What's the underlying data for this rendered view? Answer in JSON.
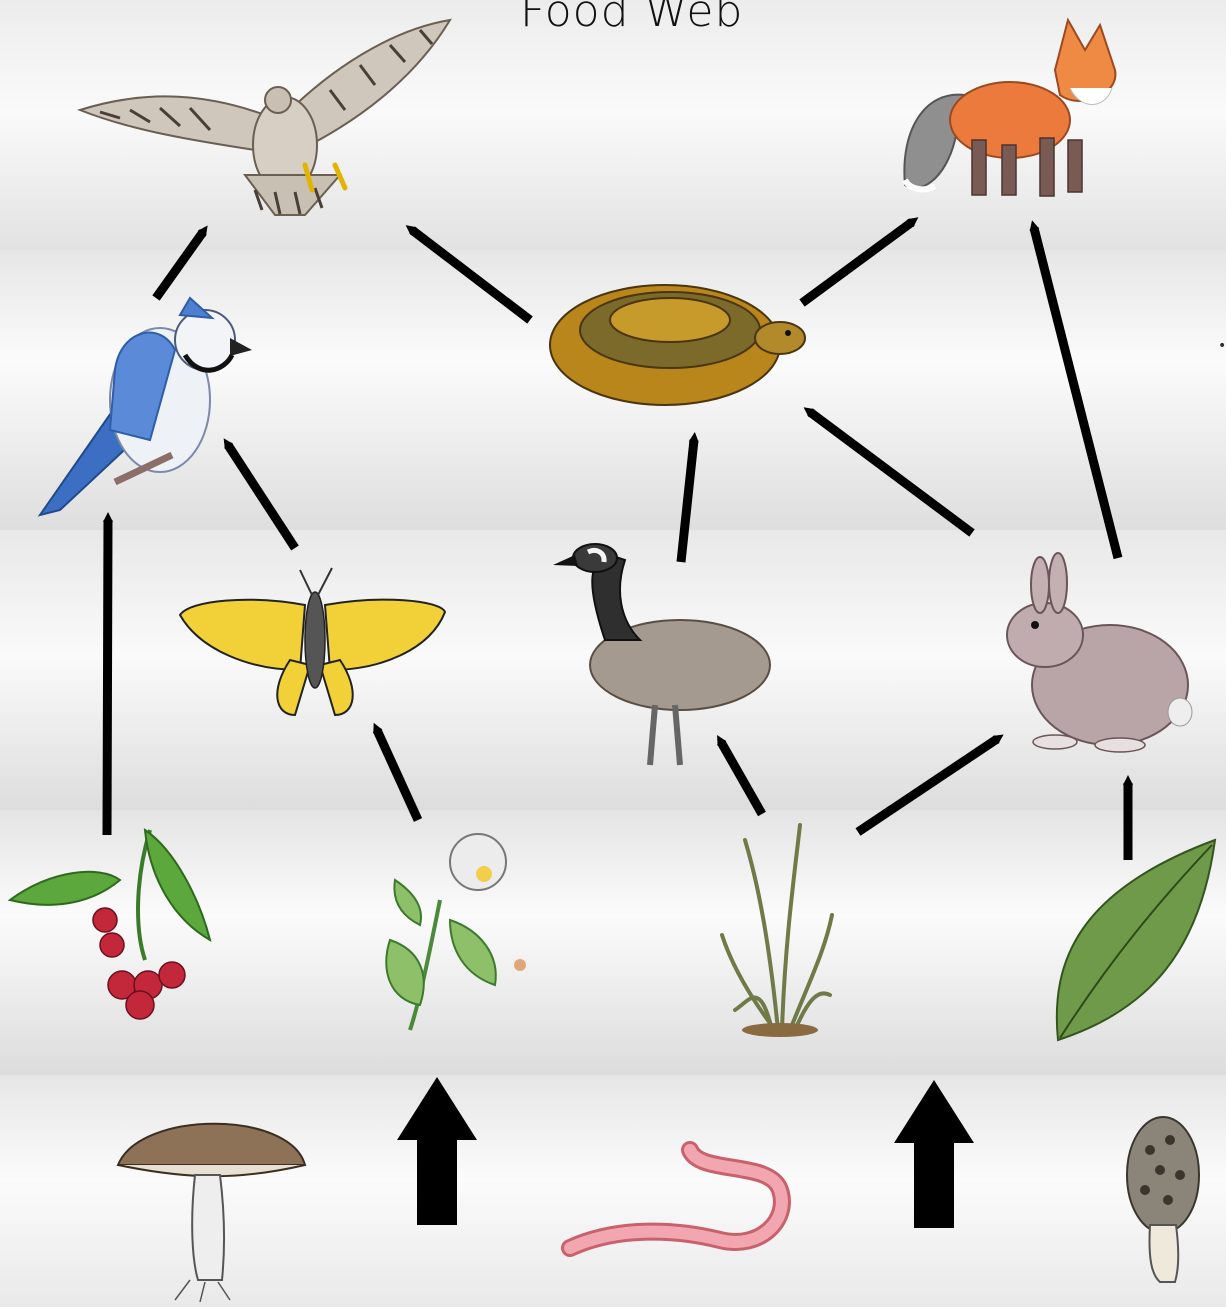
{
  "title": "Food Web",
  "edge_fragment": "•",
  "organisms": [
    {
      "id": "hawk",
      "role": "tertiary consumer"
    },
    {
      "id": "fox",
      "role": "tertiary consumer"
    },
    {
      "id": "blue-jay",
      "role": "secondary consumer"
    },
    {
      "id": "snake",
      "role": "secondary consumer"
    },
    {
      "id": "butterfly",
      "role": "primary consumer"
    },
    {
      "id": "goose",
      "role": "primary consumer"
    },
    {
      "id": "rabbit",
      "role": "primary consumer"
    },
    {
      "id": "raspberry",
      "role": "producer"
    },
    {
      "id": "flower",
      "role": "producer"
    },
    {
      "id": "grass",
      "role": "producer"
    },
    {
      "id": "leaf",
      "role": "producer"
    },
    {
      "id": "mushroom",
      "role": "decomposer"
    },
    {
      "id": "earthworm",
      "role": "decomposer"
    },
    {
      "id": "morel",
      "role": "decomposer"
    }
  ],
  "links": [
    {
      "from": "blue-jay",
      "to": "hawk"
    },
    {
      "from": "snake",
      "to": "hawk"
    },
    {
      "from": "snake",
      "to": "fox"
    },
    {
      "from": "rabbit",
      "to": "fox"
    },
    {
      "from": "butterfly",
      "to": "blue-jay"
    },
    {
      "from": "raspberry",
      "to": "blue-jay"
    },
    {
      "from": "goose",
      "to": "snake"
    },
    {
      "from": "rabbit",
      "to": "snake"
    },
    {
      "from": "flower",
      "to": "butterfly"
    },
    {
      "from": "grass",
      "to": "goose"
    },
    {
      "from": "grass",
      "to": "rabbit"
    },
    {
      "from": "leaf",
      "to": "rabbit"
    }
  ],
  "decomposer_links": [
    {
      "from": "decomposers",
      "to": "flower"
    },
    {
      "from": "decomposers",
      "to": "grass"
    }
  ]
}
